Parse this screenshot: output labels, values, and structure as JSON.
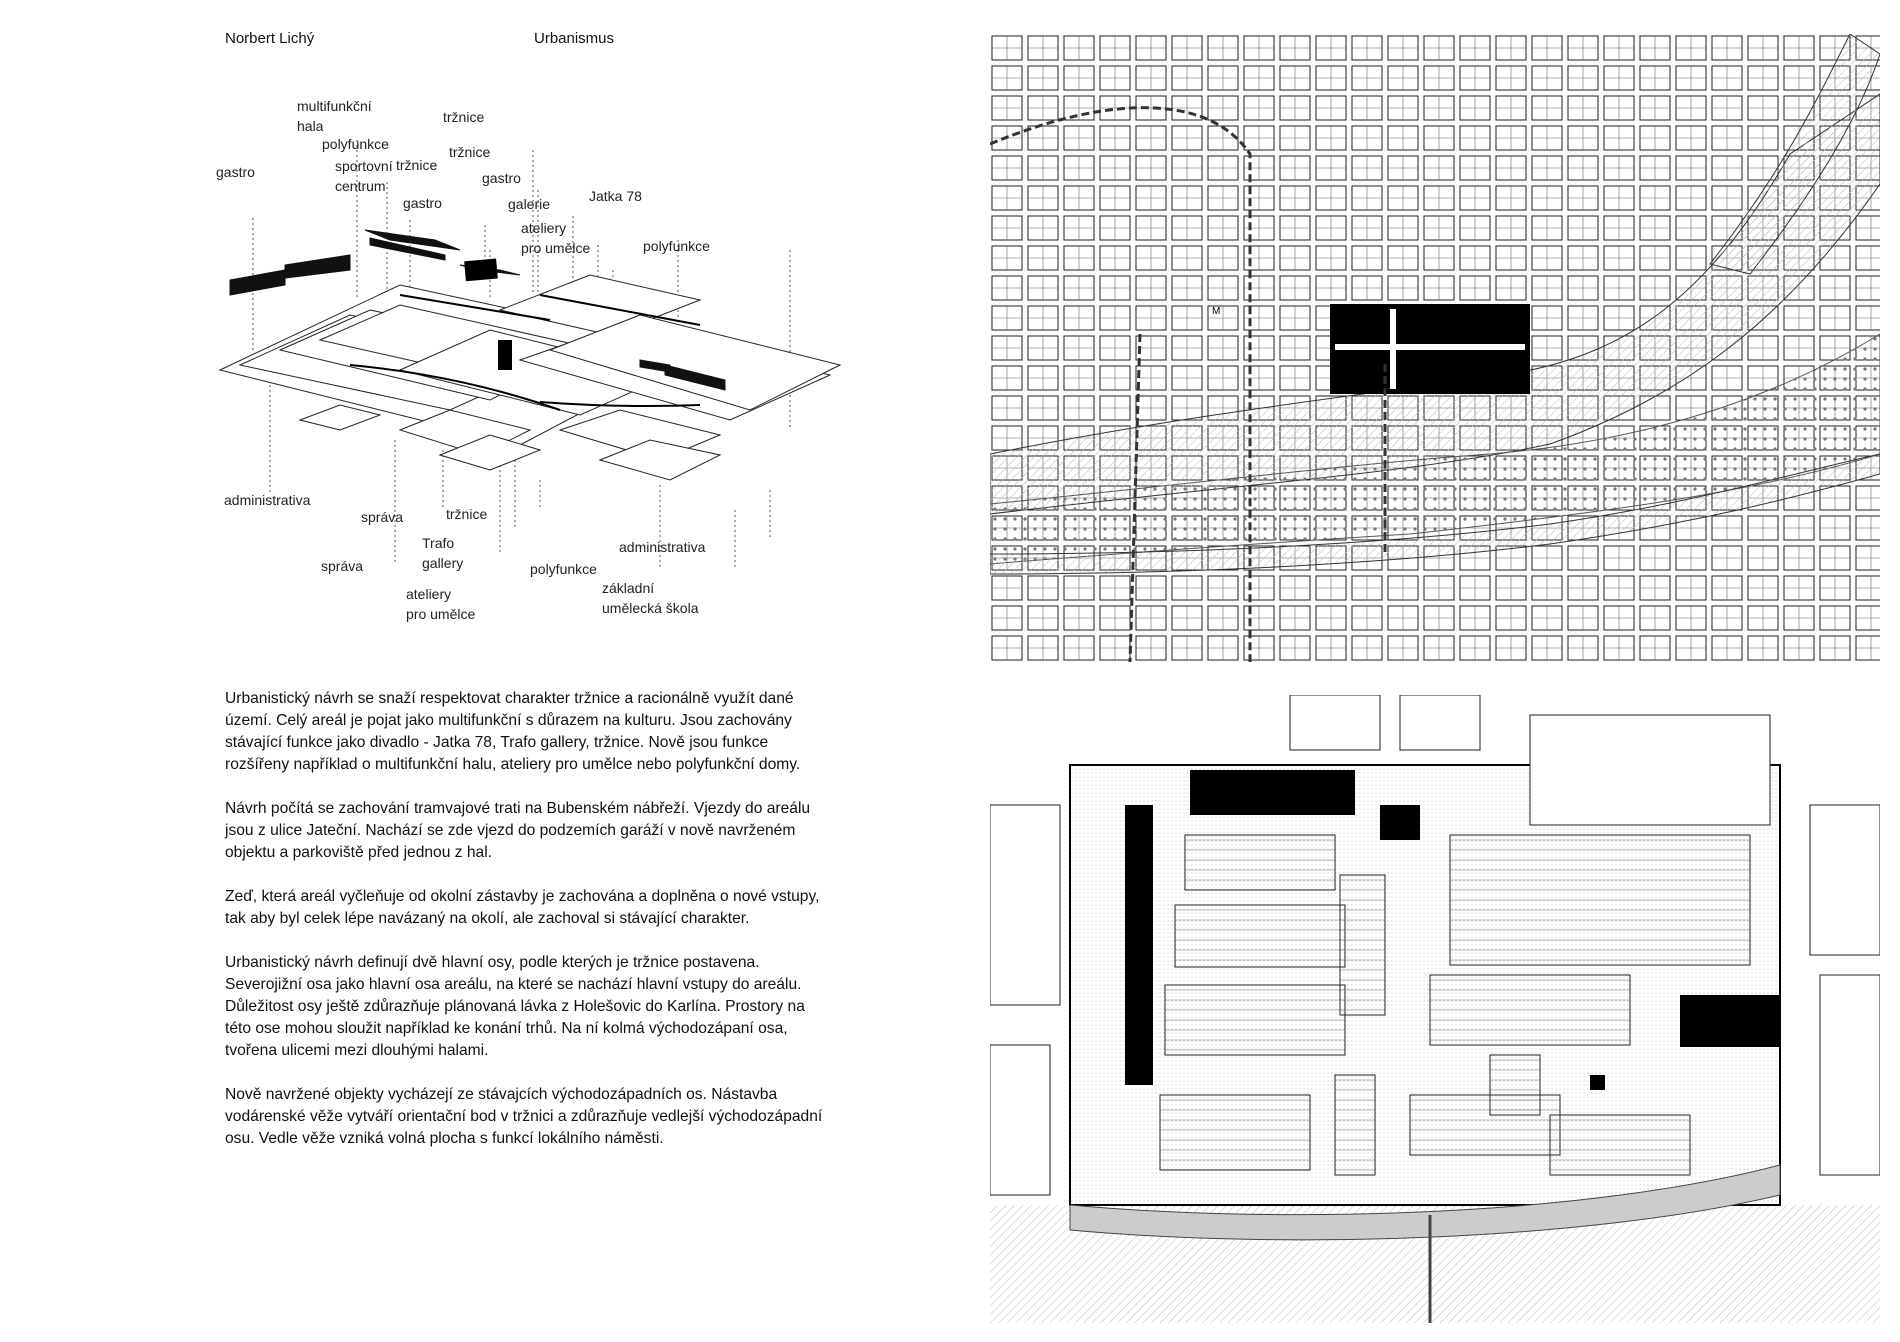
{
  "header": {
    "author": "Norbert Lichý",
    "section": "Urbanismus"
  },
  "diagram": {
    "labels_top": [
      "gastro",
      "multifunkční\nhala",
      "polyfunkce",
      "sportovní\ncentrum",
      "tržnice",
      "gastro",
      "tržnice",
      "tržnice",
      "gastro",
      "galerie",
      "ateliery\npro umělce",
      "Jatka 78",
      "polyfunkce"
    ],
    "labels_bottom": [
      "administrativa",
      "správa",
      "správa",
      "Trafo\ngallery",
      "ateliery\npro umělce",
      "tržnice",
      "polyfunkce",
      "základní\numělecká škola",
      "administrativa"
    ]
  },
  "text": {
    "p1": "Urbanistický návrh se snaží respektovat charakter tržnice a racionálně využít dané území. Celý areál je pojat jako multifunkční s důrazem na kulturu. Jsou zachovány stávající funkce jako divadlo - Jatka 78, Trafo gallery, tržnice. Nově jsou funkce rozšířeny například o multifunkční halu, ateliery pro umělce nebo polyfunkční domy.",
    "p2": "Návrh počítá se zachování tramvajové trati na Bubenském nábřeží. Vjezdy do areálu jsou z ulice Jateční. Nachází se zde vjezd do podzemích garáží v nově navrženém objektu a parkoviště před jednou z hal.",
    "p3": "Zeď, která areál vyčleňuje od okolní zástavby je zachována a doplněna o nové vstupy, tak aby byl celek lépe navázaný na okolí, ale zachoval si stávající charakter.",
    "p4": "Urbanistický návrh definují dvě hlavní osy, podle kterých je tržnice postavena. Severojižní osa jako hlavní osa areálu, na které se nachází hlavní vstupy do areálu. Důležitost osy ještě zdůrazňuje plánovaná lávka z Holešovic do Karlína. Prostory na této ose mohou sloužit například ke konání trhů. Na ní kolmá východozápaní osa, tvořena ulicemi mezi dlouhými halami.",
    "p5": "Nově navržené objekty vycházejí ze stávajcích východozápadních os. Nástavba vodárenské věže vytváří orientační bod v tržnici a zdůrazňuje vedlejší východozápadní osu. Vedle věže vzniká volná plocha s funkcí lokálního náměsti."
  },
  "maps": {
    "city_marker": "M"
  }
}
